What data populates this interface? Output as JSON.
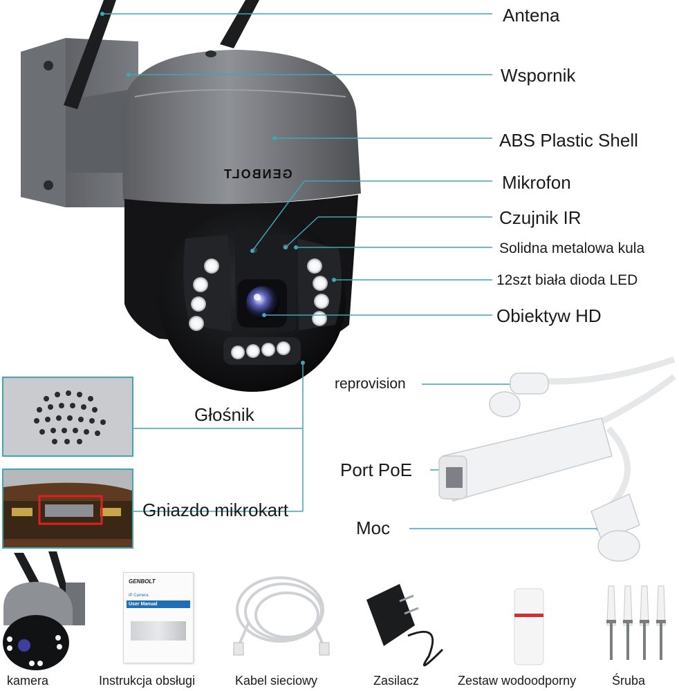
{
  "callouts": {
    "antenna": "Antena",
    "bracket": "Wspornik",
    "shell": "ABS Plastic Shell",
    "microphone": "Mikrofon",
    "ir_sensor": "Czujnik IR",
    "metal_ball": "Solidna metalowa kula",
    "led": "12szt biała dioda LED",
    "lens": "Obiektyw HD",
    "speaker": "Głośnik",
    "sd_slot": "Gniazdo mikrokart",
    "reprovision": "reprovision",
    "poe_port": "Port PoE",
    "power": "Moc"
  },
  "brand": "GENBOLT",
  "manual": {
    "brand": "GENBOLT",
    "subtitle": "IP Camera",
    "title": "User Manual"
  },
  "package": [
    "kamera",
    "Instrukcja obsługi",
    "Kabel sieciowy",
    "Zasilacz",
    "Zestaw wodoodporny",
    "Śruba"
  ],
  "colors": {
    "callout_line": "#3fa7b4",
    "accent": "#3fa7b4",
    "manual_blue": "#1f6fb8"
  }
}
